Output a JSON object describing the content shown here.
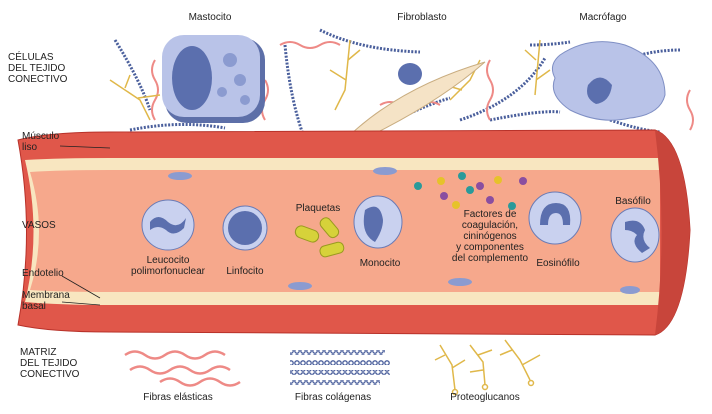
{
  "sections": {
    "cells": [
      "CÉLULAS",
      "DEL TEJIDO",
      "CONECTIVO"
    ],
    "vessels": "VASOS",
    "matrix": [
      "MATRIZ",
      "DEL TEJIDO",
      "CONECTIVO"
    ]
  },
  "connective_cells": {
    "mast_cell": "Mastocito",
    "fibroblast": "Fibroblasto",
    "macrophage": "Macrófago"
  },
  "vessel_layers": {
    "smooth_muscle": [
      "Músculo",
      "liso"
    ],
    "endothelium": "Endotelio",
    "basement_membrane": [
      "Membrana",
      "basal"
    ]
  },
  "blood_components": {
    "pmn": [
      "Leucocito",
      "polimorfonuclear"
    ],
    "lymphocyte": "Linfocito",
    "platelets": "Plaquetas",
    "monocyte": "Monocito",
    "factors": [
      "Factores de",
      "coagulación,",
      "cininógenos",
      "y componentes",
      "del complemento"
    ],
    "eosinophil": "Eosinófilo",
    "basophil": "Basófilo"
  },
  "matrix_fibers": {
    "elastic": "Fibras elásticas",
    "collagen": "Fibras colágenas",
    "proteoglycans": "Proteoglucanos"
  },
  "colors": {
    "muscle": "#e0574a",
    "lumen": "#f6a88c",
    "endothelium": "#f8e6c0",
    "cell": "#b9c3e8",
    "nucleus": "#5b6fae",
    "collagen": "#4a5f9c",
    "elastic": "#ee8a86",
    "proteoglycan": "#e0b84a"
  }
}
